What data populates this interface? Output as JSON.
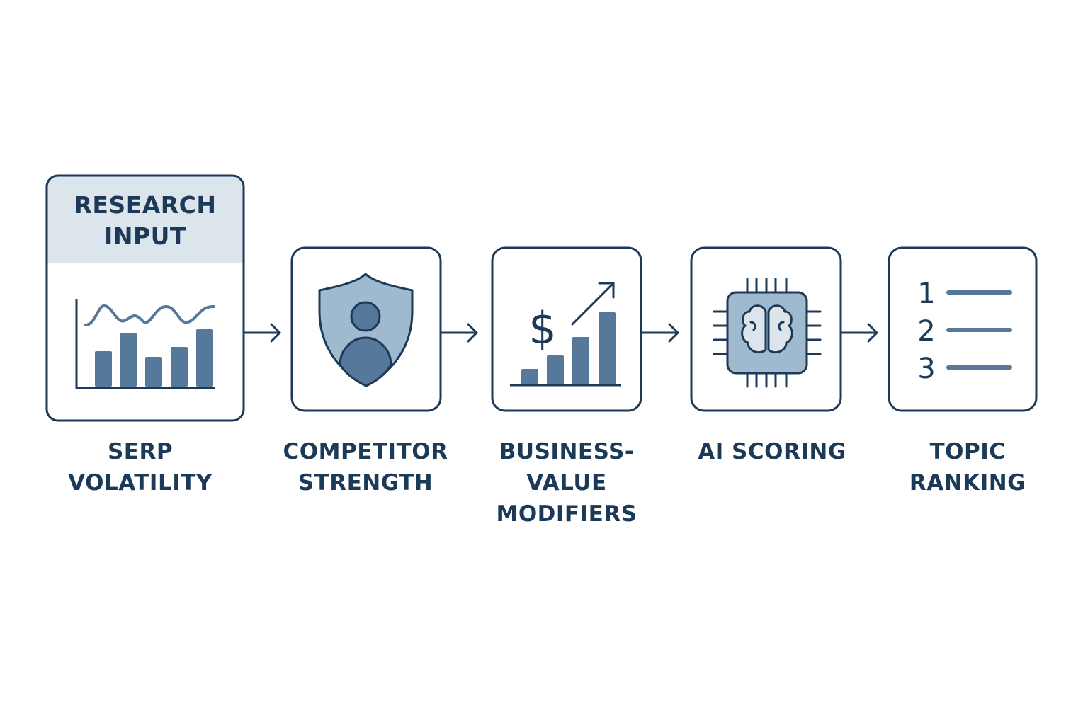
{
  "colors": {
    "stroke": "#1c3a57",
    "bar": "#56789a",
    "light": "#9fb9cf",
    "header_bg": "#dce5ec"
  },
  "research_input": {
    "title_line1": "RESEARCH",
    "title_line2": "INPUT",
    "icon": "bar-chart-with-wave-icon"
  },
  "steps": [
    {
      "line1": "SERP",
      "line2": "VOLATILITY",
      "line3": "",
      "icon": "bar-chart-wave-icon"
    },
    {
      "line1": "COMPETITOR",
      "line2": "STRENGTH",
      "line3": "",
      "icon": "shield-user-icon"
    },
    {
      "line1": "BUSINESS-",
      "line2": "VALUE",
      "line3": "MODIFIERS",
      "icon": "dollar-growth-chart-icon"
    },
    {
      "line1": "AI SCORING",
      "line2": "",
      "line3": "",
      "icon": "brain-chip-icon"
    },
    {
      "line1": "TOPIC",
      "line2": "RANKING",
      "line3": "",
      "icon": "numbered-list-icon"
    }
  ],
  "ranking_numbers": [
    "1",
    "2",
    "3"
  ]
}
